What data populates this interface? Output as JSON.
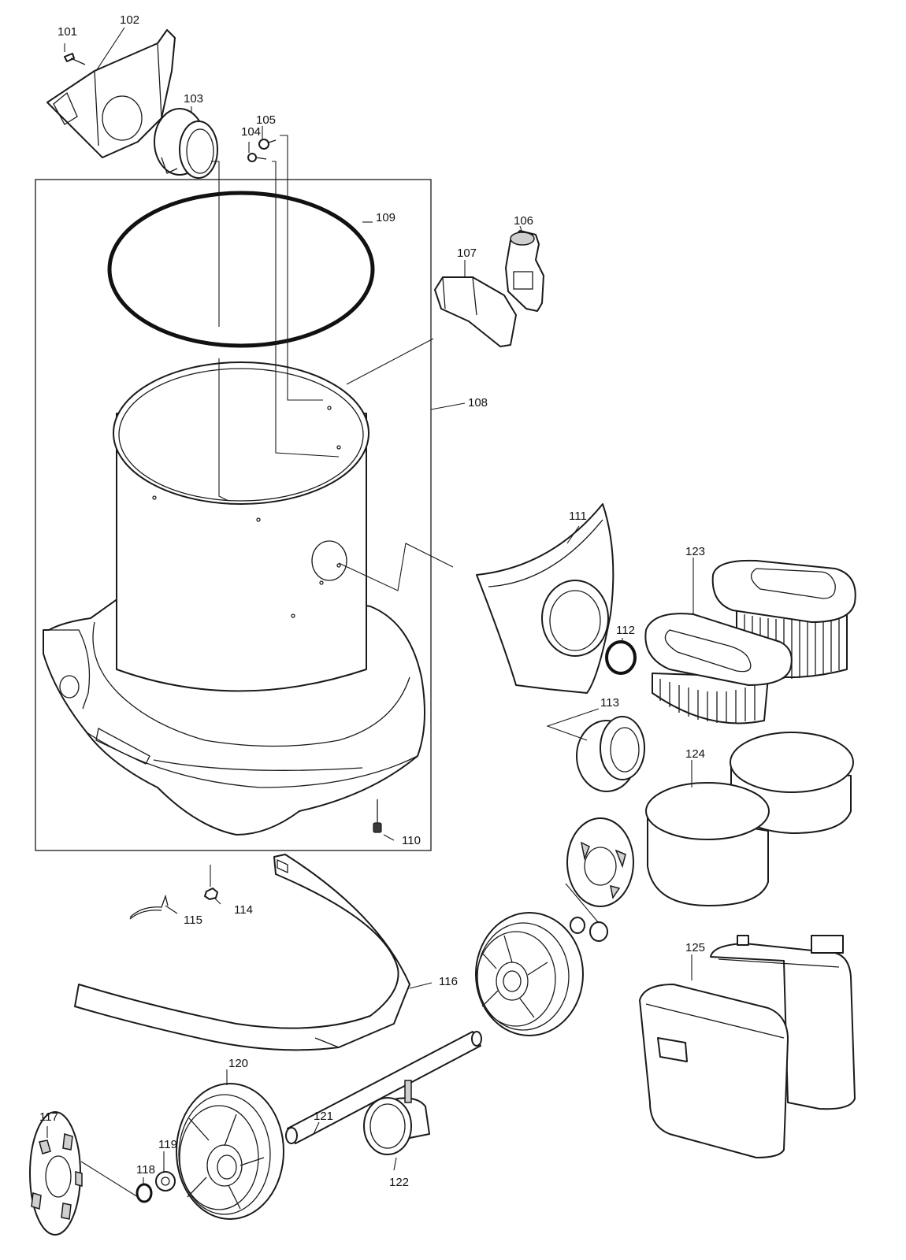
{
  "labels": {
    "p101": "101",
    "p102": "102",
    "p103": "103",
    "p104": "104",
    "p105": "105",
    "p106": "106",
    "p107": "107",
    "p108": "108",
    "p109": "109",
    "p110": "110",
    "p111": "111",
    "p112": "112",
    "p113": "113",
    "p114": "114",
    "p115": "115",
    "p116": "116",
    "p117": "117",
    "p118": "118",
    "p119": "119",
    "p120": "120",
    "p121": "121",
    "p122": "122",
    "p123": "123",
    "p124": "124",
    "p125": "125"
  },
  "colors": {
    "line": "#1a1a1a",
    "background": "#ffffff"
  }
}
